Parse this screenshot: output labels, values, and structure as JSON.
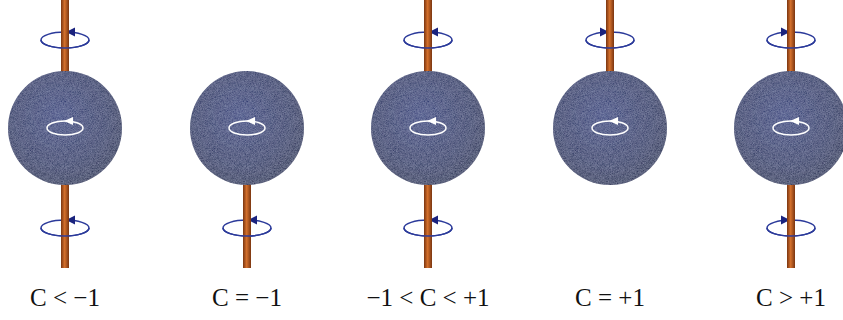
{
  "diagram": {
    "labels": [
      "C < −1",
      "C = −1",
      "−1 < C < +1",
      "C = +1",
      "C > +1"
    ]
  }
}
